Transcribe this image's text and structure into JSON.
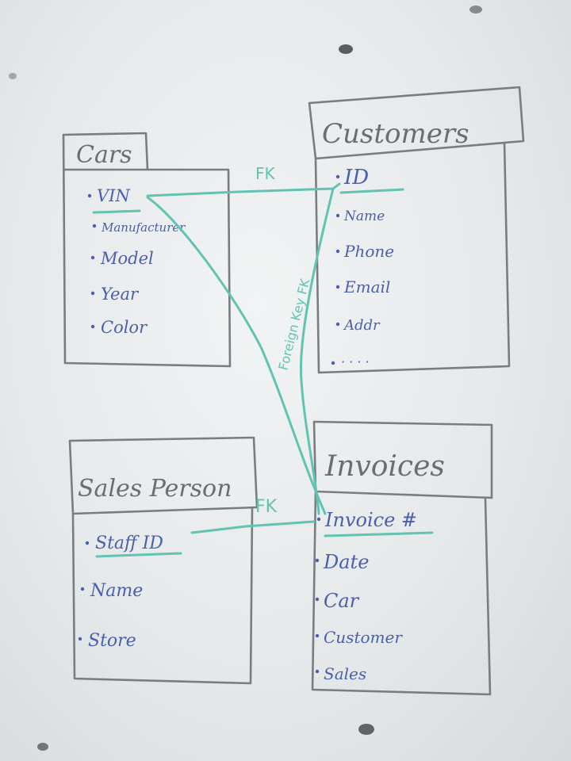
{
  "tables": {
    "cars": {
      "title": "Cars",
      "fields": [
        "VIN",
        "Manufacturer",
        "Model",
        "Year",
        "Color"
      ]
    },
    "customers": {
      "title": "Customers",
      "fields": [
        "ID",
        "Name",
        "Phone",
        "Email",
        "Addr",
        "· · · ·"
      ]
    },
    "salesperson": {
      "title": "Sales Person",
      "fields": [
        "Staff ID",
        "Name",
        "Store"
      ]
    },
    "invoices": {
      "title": "Invoices",
      "fields": [
        "Invoice #",
        "Date",
        "Car",
        "Customer",
        "Sales"
      ]
    }
  },
  "relations": {
    "vin_to_customer_id": "FK",
    "customer_id_to_invoice": "Foreign Key FK",
    "staff_id_to_invoice": "FK"
  },
  "colors": {
    "board": "#eceeef",
    "box_ink": "#7a7d80",
    "field_ink": "#4a5fae",
    "relation_ink": "#62c3b2"
  }
}
